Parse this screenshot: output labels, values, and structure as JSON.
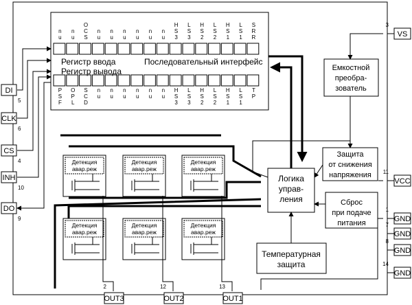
{
  "pins_left": [
    {
      "label": "DI",
      "num": "5"
    },
    {
      "label": "CLK",
      "num": "6"
    },
    {
      "label": "CS",
      "num": "4"
    },
    {
      "label": "INH",
      "num": "10"
    },
    {
      "label": "DO",
      "num": "9"
    }
  ],
  "pins_right": [
    {
      "label": "VS",
      "num": "3"
    },
    {
      "label": "VCC",
      "num": "11"
    },
    {
      "label": "GND",
      "num": "1"
    },
    {
      "label": "GND",
      "num": "7"
    },
    {
      "label": "GND",
      "num": "8"
    },
    {
      "label": "GND",
      "num": "14"
    }
  ],
  "pins_bottom": [
    {
      "label": "OUT3",
      "num": "2"
    },
    {
      "label": "OUT2",
      "num": "12"
    },
    {
      "label": "OUT1",
      "num": "13"
    }
  ],
  "registers": {
    "input_label": "Регистр ввода",
    "output_label": "Регистр вывода",
    "serial_label": "Последовательный интерфейс",
    "top_bits": [
      [
        "n",
        "u"
      ],
      [
        "n",
        "u"
      ],
      [
        "O",
        "C",
        "S"
      ],
      [
        "n",
        "u"
      ],
      [
        "n",
        "u"
      ],
      [
        "n",
        "u"
      ],
      [
        "n",
        "u"
      ],
      [
        "n",
        "u"
      ],
      [
        "n",
        "u"
      ],
      [
        "H",
        "S",
        "3"
      ],
      [
        "L",
        "S",
        "3"
      ],
      [
        "H",
        "S",
        "2"
      ],
      [
        "L",
        "S",
        "2"
      ],
      [
        "H",
        "S",
        "1"
      ],
      [
        "L",
        "S",
        "1"
      ],
      [
        "S",
        "R",
        "R"
      ]
    ],
    "bottom_bits": [
      [
        "P",
        "S",
        "F"
      ],
      [
        "O",
        "P",
        "L"
      ],
      [
        "S",
        "C",
        "D"
      ],
      [
        "n",
        "u"
      ],
      [
        "n",
        "u"
      ],
      [
        "n",
        "u"
      ],
      [
        "n",
        "u"
      ],
      [
        "n",
        "u"
      ],
      [
        "n",
        "u"
      ],
      [
        "H",
        "S",
        "3"
      ],
      [
        "L",
        "S",
        "3"
      ],
      [
        "H",
        "S",
        "2"
      ],
      [
        "L",
        "S",
        "2"
      ],
      [
        "H",
        "S",
        "1"
      ],
      [
        "L",
        "S",
        "1"
      ],
      [
        "T",
        "P"
      ]
    ]
  },
  "blocks": {
    "capacitive": [
      "Емкостной",
      "преобра-",
      "зователь"
    ],
    "undervoltage": [
      "Защита",
      "от снижения",
      "напряжения"
    ],
    "logic": [
      "Логика",
      "управ-",
      "ления"
    ],
    "reset": [
      "Сброс",
      "при подаче",
      "питания"
    ],
    "thermal": [
      "Температурная",
      "защита"
    ],
    "fault_detect": [
      "Детекция",
      "авар.реж"
    ]
  }
}
